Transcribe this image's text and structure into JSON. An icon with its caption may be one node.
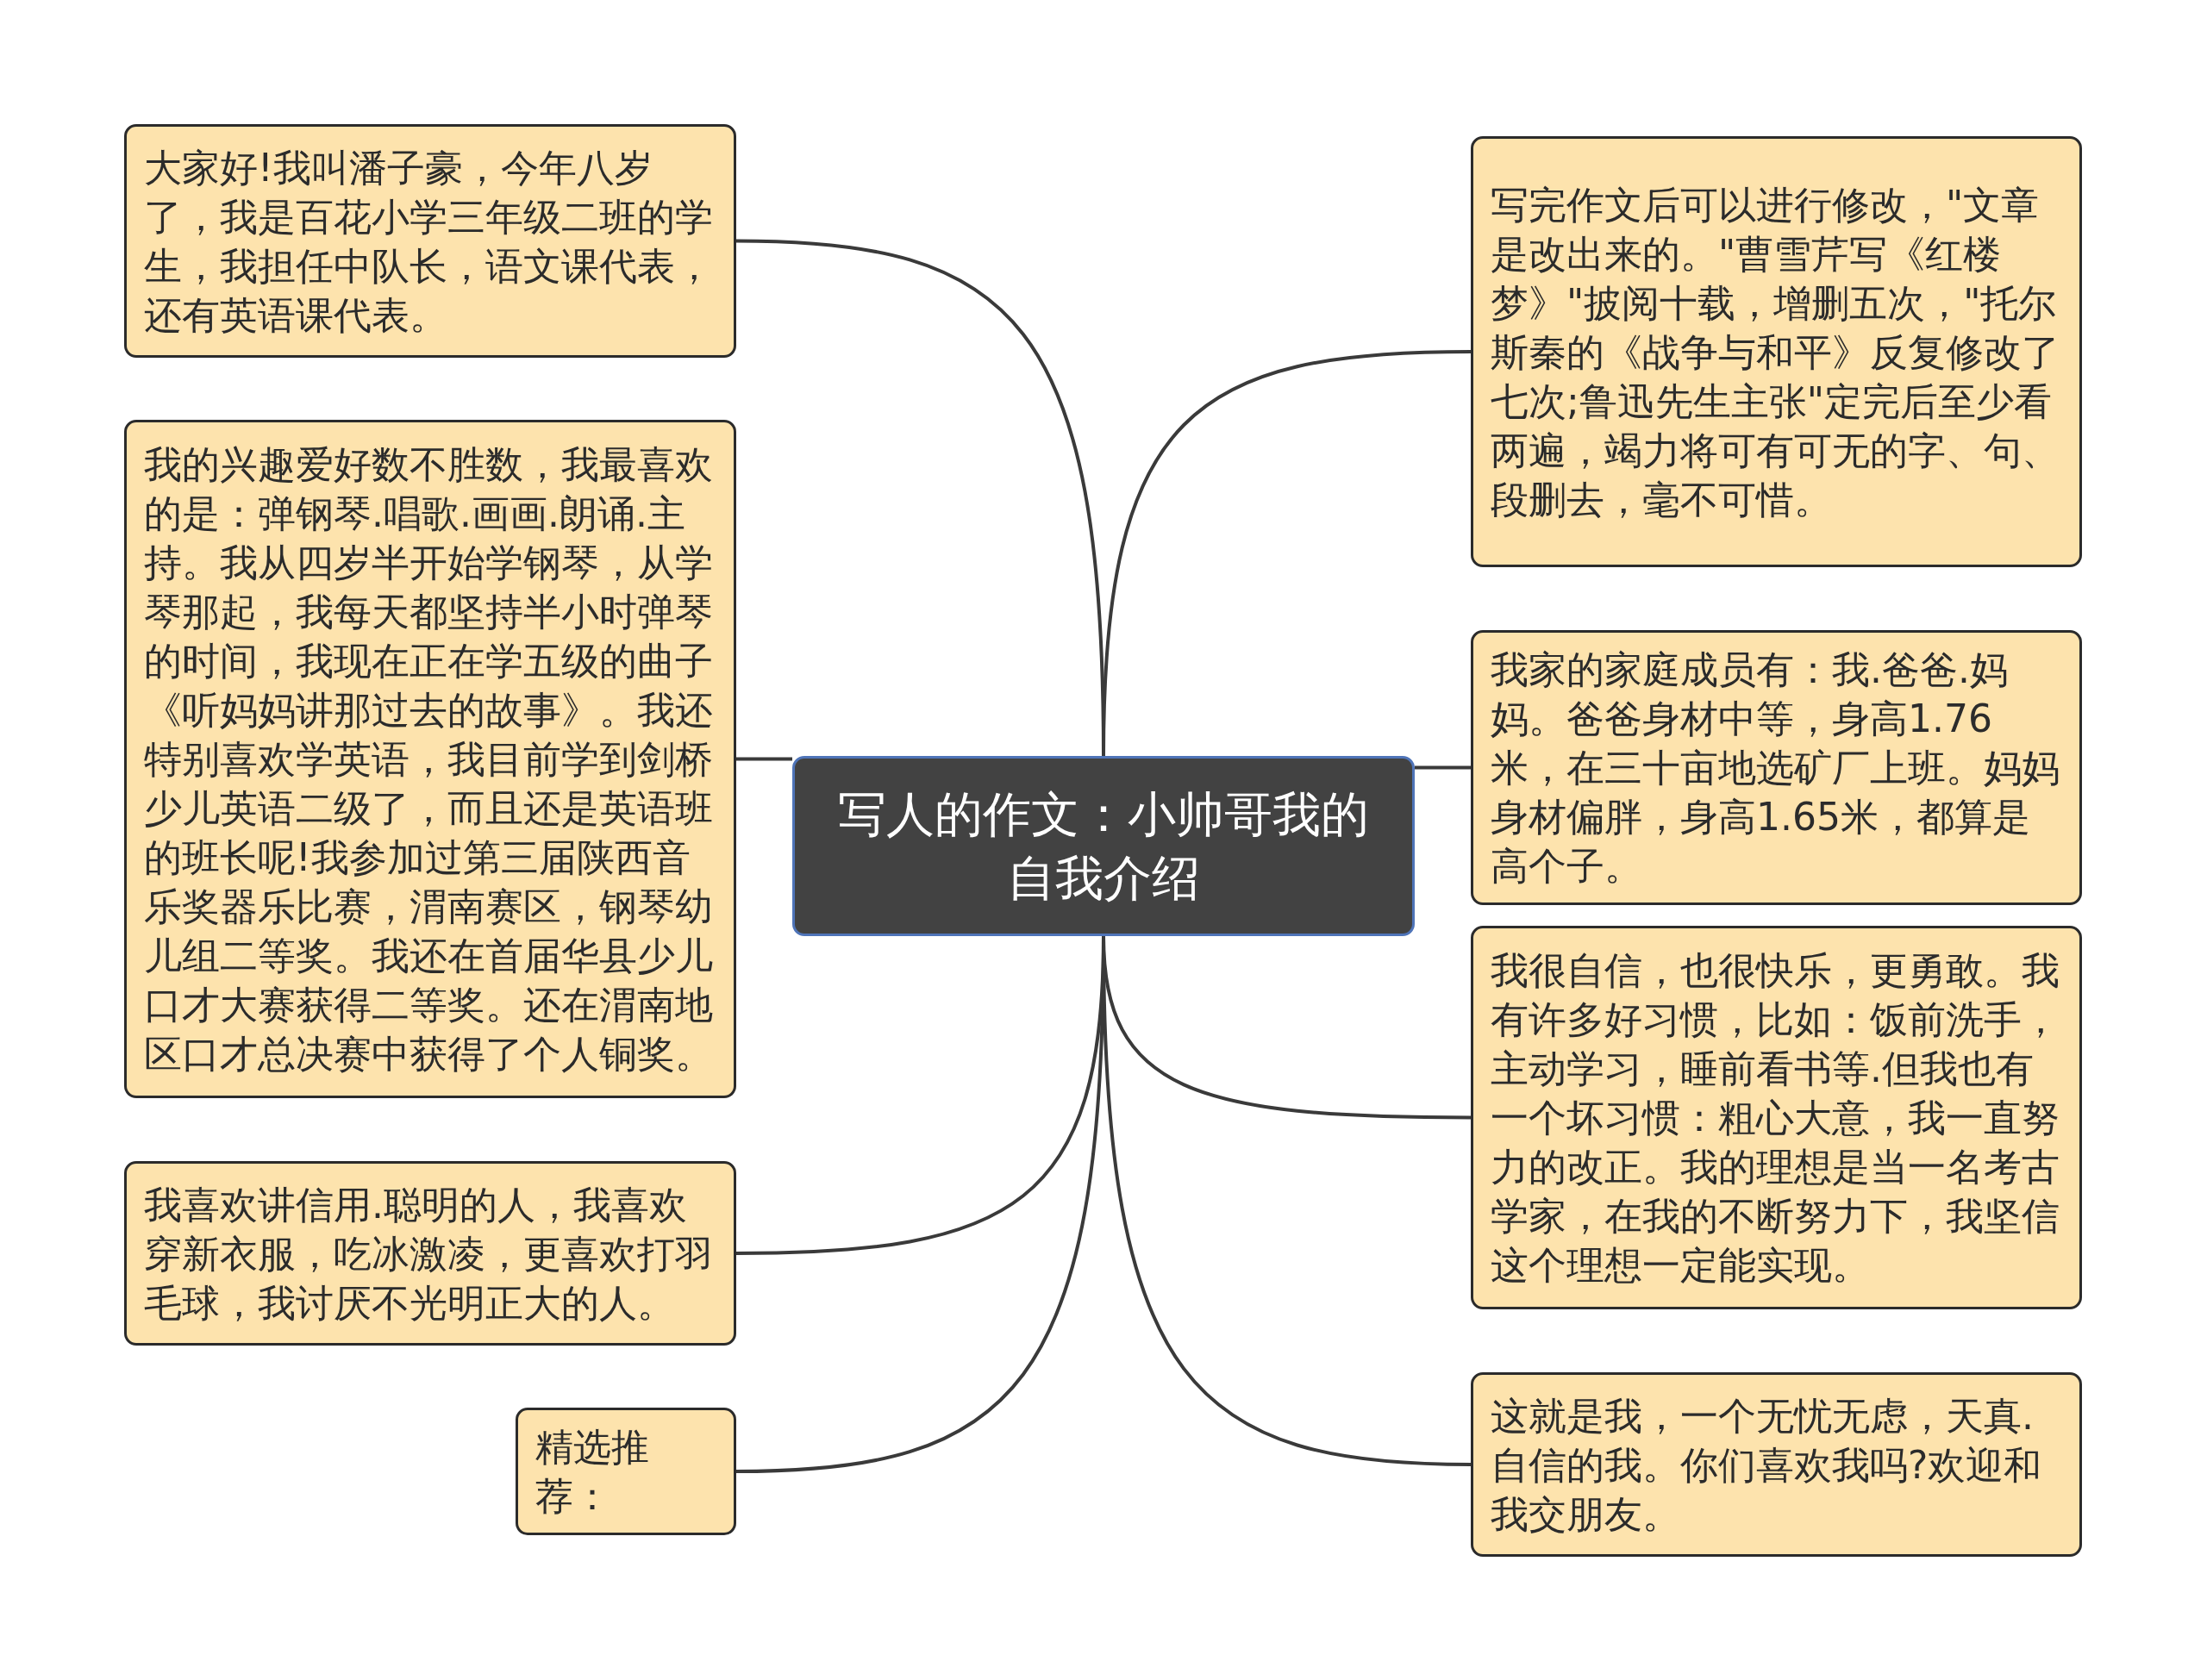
{
  "diagram": {
    "nodes": [
      {
        "text": [
          "写人的作文：小帅哥我的自我介绍"
        ]
      },
      {
        "text": [
          "大家好!我叫潘子豪，今年八岁了，我是百花小学三年级二班的学生，我担任中队长，语文课代表，还有英语课代表。"
        ]
      },
      {
        "text": [
          "我的兴趣爱好数不胜数，我最喜欢的是：弹钢琴.唱歌.画画.朗诵.主持。我从四岁半开始学钢琴，从学琴那起，我每天都坚持半小时弹琴的时间，我现在正在学五级的曲子《听妈妈讲那过去的故事》。我还特别喜欢学英语，我目前学到剑桥少儿英语二级了，而且还是英语班的班长呢!我参加过第三届陕西音乐奖器乐比赛，渭南赛区，钢琴幼儿组二等奖。我还在首届华县少儿口才大赛获得二等奖。还在渭南地区口才总决赛中获得了个人铜奖。"
        ]
      },
      {
        "text": [
          "我喜欢讲信用.聪明的人，我喜欢穿新衣服，吃冰激凌，更喜欢打羽毛球，我讨厌不光明正大的人。"
        ]
      },
      {
        "text": [
          "精选推荐："
        ]
      },
      {
        "text": [
          "写完作文后可以进行修改，\"文章是改出来的。\"曹雪芹写《红楼梦》\"披阅十载，增删五次，\"托尔斯秦的《战争与和平》反复修改了七次;鲁迅先生主张\"定完后至少看两遍，竭力将可有可无的字、句、段删去，毫不可惜。"
        ]
      },
      {
        "text": [
          "我家的家庭成员有：我.爸爸.妈妈。爸爸身材中等，身高1.76米，在三十亩地选矿厂上班。妈妈身材偏胖，身高1.65米，都算是高个子。"
        ]
      },
      {
        "text": [
          "我很自信，也很快乐，更勇敢。我有许多好习惯，比如：饭前洗手，主动学习，睡前看书等.但我也有一个坏习惯：粗心大意，我一直努力的改正。我的理想是当一名考古学家，在我的不断努力下，我坚信这个理想一定能实现。"
        ]
      },
      {
        "text": [
          "这就是我，一个无忧无虑，天真.自信的我。你们喜欢我吗?欢迎和我交朋友。"
        ]
      }
    ],
    "edges": [
      {
        "from": 0,
        "to": 1,
        "arrow": "none"
      },
      {
        "from": 0,
        "to": 2,
        "arrow": "none"
      },
      {
        "from": 0,
        "to": 3,
        "arrow": "none"
      },
      {
        "from": 0,
        "to": 4,
        "arrow": "none"
      },
      {
        "from": 0,
        "to": 5,
        "arrow": "none"
      },
      {
        "from": 0,
        "to": 6,
        "arrow": "none"
      },
      {
        "from": 0,
        "to": 7,
        "arrow": "none"
      },
      {
        "from": 0,
        "to": 8,
        "arrow": "none"
      }
    ]
  }
}
